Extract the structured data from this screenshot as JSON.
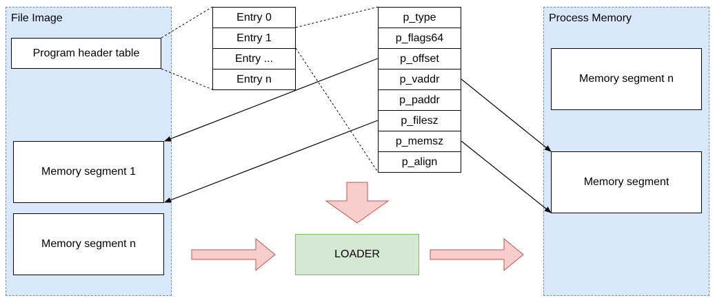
{
  "file_image": {
    "title": "File Image",
    "program_header_table": "Program header table",
    "segment_1": "Memory segment 1",
    "segment_n": "Memory segment n"
  },
  "entries": [
    "Entry 0",
    "Entry 1",
    "Entry ...",
    "Entry n"
  ],
  "fields": [
    "p_type",
    "p_flags64",
    "p_offset",
    "p_vaddr",
    "p_paddr",
    "p_filesz",
    "p_memsz",
    "p_align"
  ],
  "loader": {
    "label": "LOADER"
  },
  "process_memory": {
    "title": "Process Memory",
    "segment_n": "Memory segment n",
    "segment": "Memory segment"
  },
  "colors": {
    "region_fill": "#dae8fc",
    "region_border": "#6c8ebf",
    "loader_fill": "#d5e8d4",
    "loader_border": "#82b366",
    "arrow_fill": "#f8cecc",
    "arrow_stroke": "#b85450"
  }
}
